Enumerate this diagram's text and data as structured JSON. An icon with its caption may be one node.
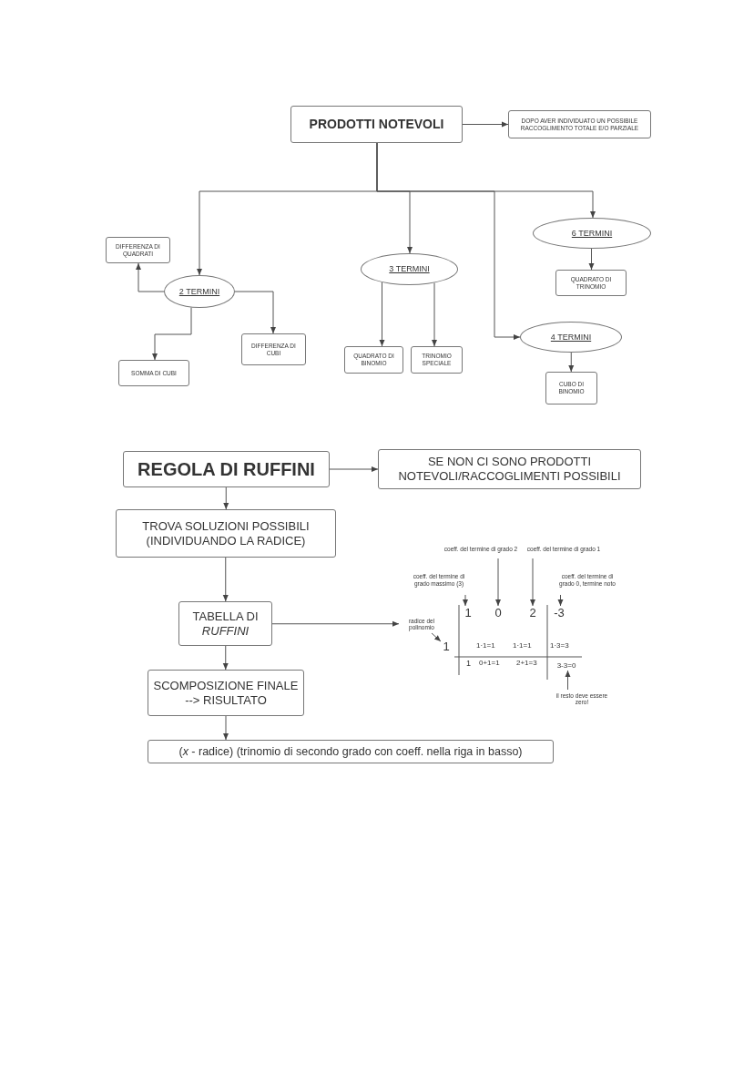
{
  "diagram": {
    "nodes": [
      {
        "text": [
          "PRODOTTI NOTEVOLI"
        ]
      },
      {
        "text": [
          "DOPO AVER INDIVIDUATO UN POSSIBILE RACCOGLIMENTO TOTALE E/O PARZIALE"
        ]
      },
      {
        "text": [
          "2 TERMINI"
        ]
      },
      {
        "text": [
          "DIFFERENZA DI QUADRATI"
        ]
      },
      {
        "text": [
          "SOMMA DI CUBI"
        ]
      },
      {
        "text": [
          "DIFFERENZA DI CUBI"
        ]
      },
      {
        "text": [
          "3 TERMINI"
        ]
      },
      {
        "text": [
          "QUADRATO DI BINOMIO"
        ]
      },
      {
        "text": [
          "TRINOMIO SPECIALE"
        ]
      },
      {
        "text": [
          "6  TERMINI"
        ]
      },
      {
        "text": [
          "QUADRATO DI TRINOMIO"
        ]
      },
      {
        "text": [
          "4 TERMINI"
        ]
      },
      {
        "text": [
          "CUBO DI BINOMIO"
        ]
      },
      {
        "text": [
          "REGOLA DI RUFFINI"
        ]
      },
      {
        "text": [
          "SE NON CI SONO PRODOTTI NOTEVOLI/RACCOGLIMENTI POSSIBILI"
        ]
      },
      {
        "text": [
          "TROVA SOLUZIONI POSSIBILI (INDIVIDUANDO LA RADICE)"
        ]
      },
      {
        "text": [
          "TABELLA DI *RUFFINI*"
        ]
      },
      {
        "text": [
          "SCOMPOSIZIONE FINALE --> RISULTATO"
        ]
      },
      {
        "text": [
          "(*x* - radice) (trinomio di secondo grado con coeff. nella riga in basso)"
        ]
      },
      {
        "text": [
          "coeff. del termine di grado massimo (3)"
        ]
      },
      {
        "text": [
          "coeff. del termine di grado 2"
        ]
      },
      {
        "text": [
          "coeff. del termine di grado 1"
        ]
      },
      {
        "text": [
          "coeff. del termine di grado 0, termine noto"
        ]
      },
      {
        "text": [
          "radice del polinomio"
        ]
      },
      {
        "text": [
          "il resto deve essere zero!"
        ]
      },
      {
        "text": [
          "1"
        ]
      },
      {
        "text": [
          "0"
        ]
      },
      {
        "text": [
          "2"
        ]
      },
      {
        "text": [
          "-3"
        ]
      },
      {
        "text": [
          "1"
        ]
      },
      {
        "text": [
          "3-3=0"
        ]
      }
    ],
    "edges": [
      {
        "from": 0,
        "to": 1,
        "arrow": "to"
      },
      {
        "from": 0,
        "to": 2,
        "arrow": "to"
      },
      {
        "from": 0,
        "to": 6,
        "arrow": "to"
      },
      {
        "from": 0,
        "to": 11,
        "arrow": "to"
      },
      {
        "from": 0,
        "to": 9,
        "arrow": "to"
      },
      {
        "from": 2,
        "to": 3,
        "arrow": "to"
      },
      {
        "from": 2,
        "to": 4,
        "arrow": "to"
      },
      {
        "from": 2,
        "to": 5,
        "arrow": "to"
      },
      {
        "from": 6,
        "to": 7,
        "arrow": "to"
      },
      {
        "from": 6,
        "to": 8,
        "arrow": "to"
      },
      {
        "from": 9,
        "to": 10,
        "arrow": "to"
      },
      {
        "from": 11,
        "to": 12,
        "arrow": "to"
      },
      {
        "from": 13,
        "to": 14,
        "arrow": "to"
      },
      {
        "from": 13,
        "to": 15,
        "arrow": "to"
      },
      {
        "from": 15,
        "to": 16,
        "arrow": "to"
      },
      {
        "from": 16,
        "to": 17,
        "arrow": "to"
      },
      {
        "from": 17,
        "to": 18,
        "arrow": "to"
      },
      {
        "from": 16,
        "to": 23,
        "arrow": "to"
      },
      {
        "from": 23,
        "to": 29,
        "arrow": "to"
      },
      {
        "from": 19,
        "to": 25,
        "arrow": "to"
      },
      {
        "from": 20,
        "to": 26,
        "arrow": "to"
      },
      {
        "from": 21,
        "to": 27,
        "arrow": "to"
      },
      {
        "from": 22,
        "to": 28,
        "arrow": "to"
      },
      {
        "from": 24,
        "to": 30,
        "arrow": "to"
      }
    ],
    "labels": [
      "1·1=1",
      "1·1=1",
      "1·3=3",
      "1",
      "0+1=1",
      "2+1=3"
    ]
  }
}
